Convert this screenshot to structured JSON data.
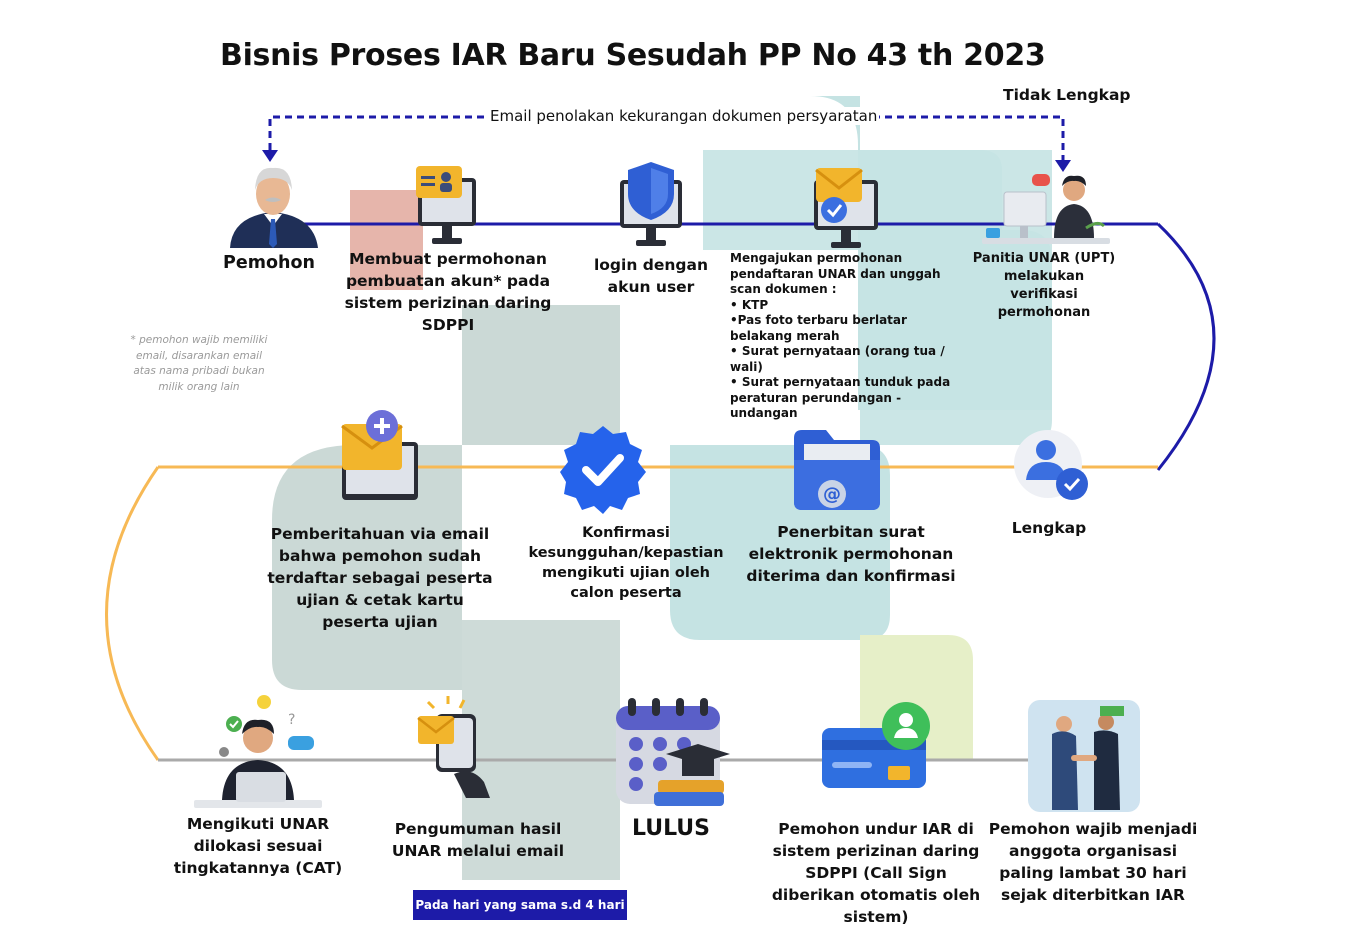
{
  "title": "Bisnis Proses IAR Baru Sesudah PP No 43 th 2023",
  "reject_flow": {
    "email_label": "Email penolakan kekurangan dokumen persyaratan",
    "status_label": "Tidak Lengkap"
  },
  "steps": {
    "pemohon": "Pemohon",
    "buat_akun": "Membuat permohonan pembuatan akun* pada sistem perizinan daring SDPPI",
    "login": "login dengan akun user",
    "ajukan_intro": "Mengajukan permohonan pendaftaran UNAR dan unggah scan dokumen :",
    "ajukan_docs": [
      "• KTP",
      "•Pas foto terbaru berlatar belakang merah",
      "• Surat pernyataan (orang tua / wali)",
      "• Surat pernyataan tunduk pada peraturan perundangan -undangan"
    ],
    "verifikasi": "Panitia UNAR (UPT) melakukan verifikasi permohonan",
    "lengkap": "Lengkap",
    "penerbitan": "Penerbitan surat elektronik permohonan diterima dan konfirmasi",
    "konfirmasi": "Konfirmasi kesungguhan/kepastian mengikuti ujian oleh calon peserta",
    "pemberitahuan": "Pemberitahuan via email bahwa pemohon sudah terdaftar sebagai peserta ujian & cetak kartu peserta ujian",
    "ujian": "Mengikuti UNAR dilokasi sesuai tingkatannya (CAT)",
    "pengumuman": "Pengumuman hasil UNAR melalui email",
    "lulus": "LULUS",
    "unduh": "Pemohon undur IAR di sistem perizinan daring SDPPI (Call Sign diberikan otomatis oleh sistem)",
    "organisasi": "Pemohon wajib menjadi anggota organisasi paling lambat 30 hari sejak diterbitkan IAR"
  },
  "footnote": "* pemohon wajib memiliki email, disarankan email atas nama pribadi bukan milik orang lain",
  "timing_badge": "Pada hari yang sama s.d 4 hari",
  "colors": {
    "flow_line_blue": "#1d1ba8",
    "flow_line_orange": "#f7b955",
    "bg_teal": "#c5e3e3",
    "bg_slate": "#cbd9d6",
    "bg_pink": "#e6b5ab",
    "bg_lime": "#e6efc8"
  },
  "icons": [
    "businessman-avatar-icon",
    "monitor-id-card-icon",
    "monitor-shield-icon",
    "monitor-email-check-icon",
    "operator-at-desk-icon",
    "user-verified-icon",
    "email-folder-icon",
    "verified-badge-icon",
    "monitor-email-plus-icon",
    "student-laptop-icon",
    "phone-email-icon",
    "calendar-graduation-icon",
    "id-card-icon",
    "handshake-icon"
  ]
}
